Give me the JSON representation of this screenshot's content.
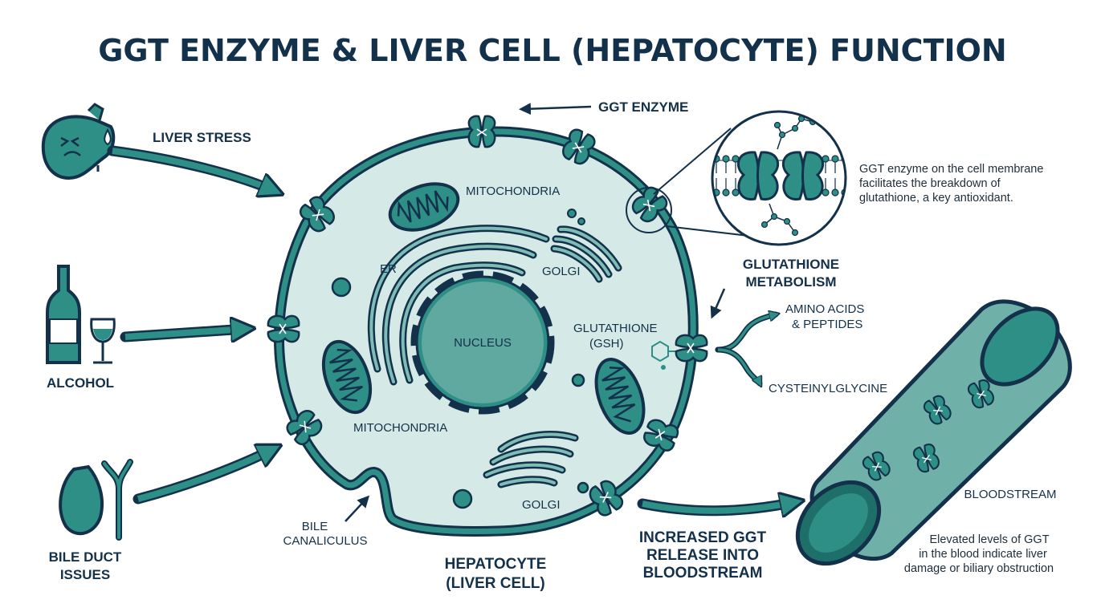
{
  "title": "GGT ENZYME & LIVER CELL (HEPATOCYTE) FUNCTION",
  "inputs": {
    "liver_stress": "LIVER STRESS",
    "alcohol": "ALCOHOL",
    "bile_duct_line1": "BILE DUCT",
    "bile_duct_line2": "ISSUES"
  },
  "cell": {
    "ggt_enzyme": "GGT ENZYME",
    "mitochondria_top": "MITOCHONDRIA",
    "mitochondria_bottom": "MITOCHONDRIA",
    "er": "ER",
    "golgi_top": "GOLGI",
    "golgi_bottom": "GOLGI",
    "nucleus": "NUCLEUS",
    "glutathione_line1": "GLUTATHIONE",
    "glutathione_line2": "(GSH)",
    "bile_line1": "BILE",
    "bile_line2": "CANALICULUS",
    "hepatocyte_line1": "HEPATOCYTE",
    "hepatocyte_line2": "(LIVER CELL)"
  },
  "metabolism": {
    "heading_line1": "GLUTATHIONE",
    "heading_line2": "METABOLISM",
    "product1_line1": "AMINO ACIDS",
    "product1_line2": "& PEPTIDES",
    "product2": "CYSTEINYLGLYCINE"
  },
  "zoom_note": {
    "line1": "GGT enzyme on the cell membrane",
    "line2": "facilitates the breakdown of",
    "line3": "glutathione, a key antioxidant."
  },
  "release": {
    "line1": "INCREASED GGT",
    "line2": "RELEASE INTO",
    "line3": "BLOODSTREAM"
  },
  "bloodstream": {
    "label": "BLOODSTREAM",
    "note_line1": "Elevated levels of GGT",
    "note_line2": "in the blood indicate liver",
    "note_line3": "damage or biliary obstruction"
  },
  "colors": {
    "teal": "#2e8f86",
    "dark": "#13314a",
    "cell_fill": "#d5e9e6"
  }
}
